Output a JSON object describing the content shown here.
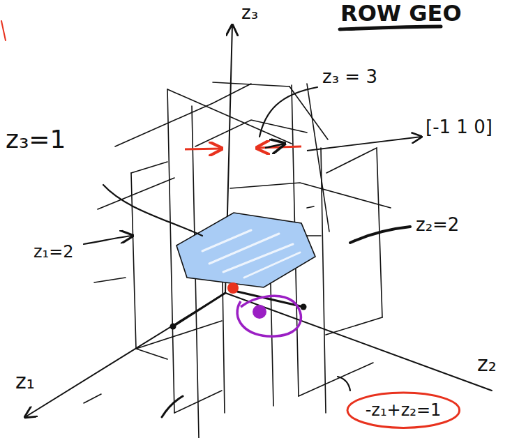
{
  "diagram": {
    "title": "ROW GEO",
    "nodes": [
      {
        "text": [
          "-z₁+z₂=1"
        ]
      }
    ],
    "labels": [
      "z₃",
      "z₃ = 3",
      "[-1 1 0]",
      "z₃=1",
      "z₁=2",
      "z₂=2",
      "z₁",
      "z₂"
    ]
  }
}
